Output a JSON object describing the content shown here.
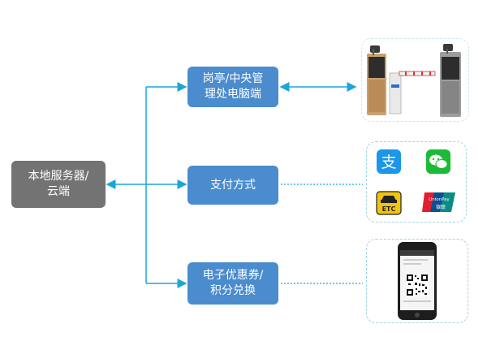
{
  "server": {
    "line1": "本地服务器/",
    "line2": "云端"
  },
  "nodes": [
    {
      "line1": "岗亭/中央管",
      "line2": "理处电脑端"
    },
    {
      "line1": "支付方式",
      "line2": ""
    },
    {
      "line1": "电子优惠券/",
      "line2": "积分兑换"
    }
  ],
  "icons": {
    "etc_label": "ETC",
    "unionpay_label": "UnionPay",
    "unionpay_cn": "银联"
  },
  "colors": {
    "blue": "#4a8ccd",
    "gray": "#737373",
    "line": "#1ba6d8"
  }
}
